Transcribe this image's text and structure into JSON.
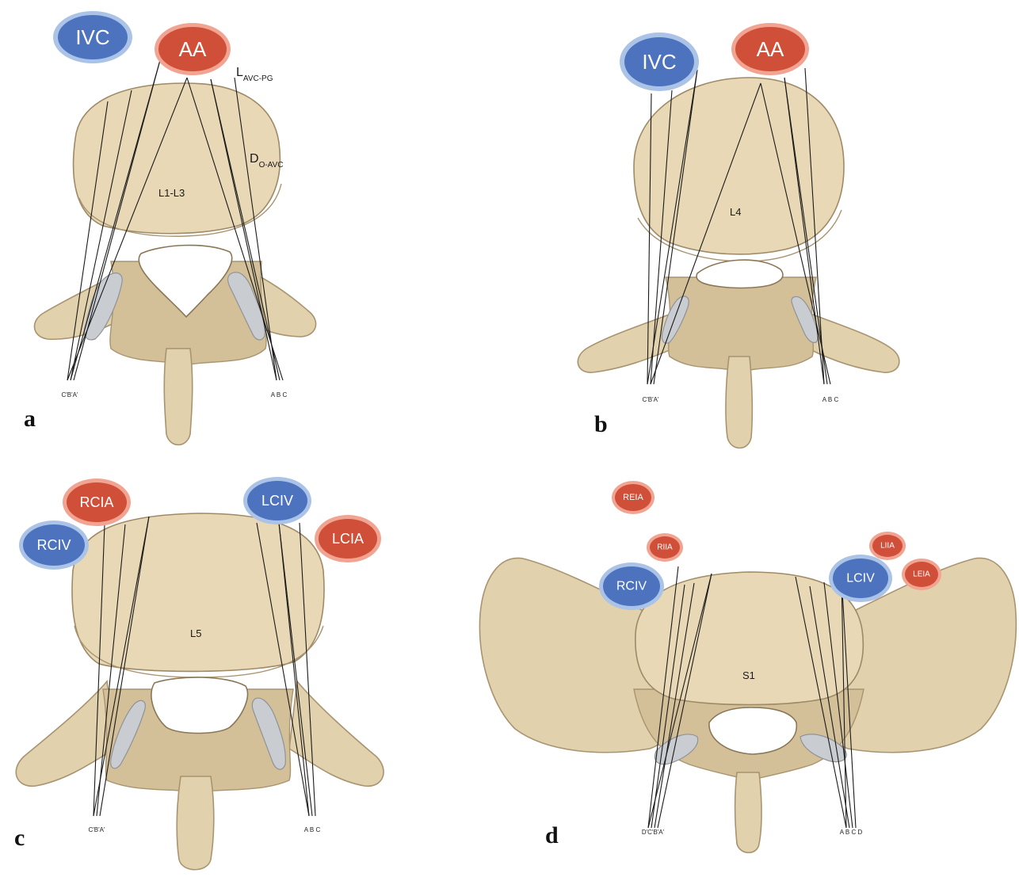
{
  "panels": [
    {
      "letter": "a",
      "level": "L1-L3",
      "vessels": {
        "ivc": "IVC",
        "aa": "AA"
      },
      "annot_l": "L",
      "annot_l_sub": "AVC-PG",
      "annot_d": "D",
      "annot_d_sub": "O-AVC",
      "ticks_left": "C'B'A'",
      "ticks_right": "A B C"
    },
    {
      "letter": "b",
      "level": "L4",
      "vessels": {
        "ivc": "IVC",
        "aa": "AA"
      },
      "ticks_left": "C'B'A'",
      "ticks_right": "A B C"
    },
    {
      "letter": "c",
      "level": "L5",
      "vessels": {
        "rcia": "RCIA",
        "rciv": "RCIV",
        "lciv": "LCIV",
        "lcia": "LCIA"
      },
      "ticks_left": "C'B'A'",
      "ticks_right": "A B C"
    },
    {
      "letter": "d",
      "level": "S1",
      "vessels": {
        "reia": "REIA",
        "riia": "RIIA",
        "rciv": "RCIV",
        "liia": "LIIA",
        "lciv": "LCIV",
        "leia": "LEIA"
      },
      "ticks_left": "D'C'B'A'",
      "ticks_right": "A B C D"
    }
  ],
  "colors": {
    "artery": "#cf4f39",
    "vein": "#4d73bf",
    "bone": "#e2d1ad",
    "facet": "#c9ccd0"
  }
}
